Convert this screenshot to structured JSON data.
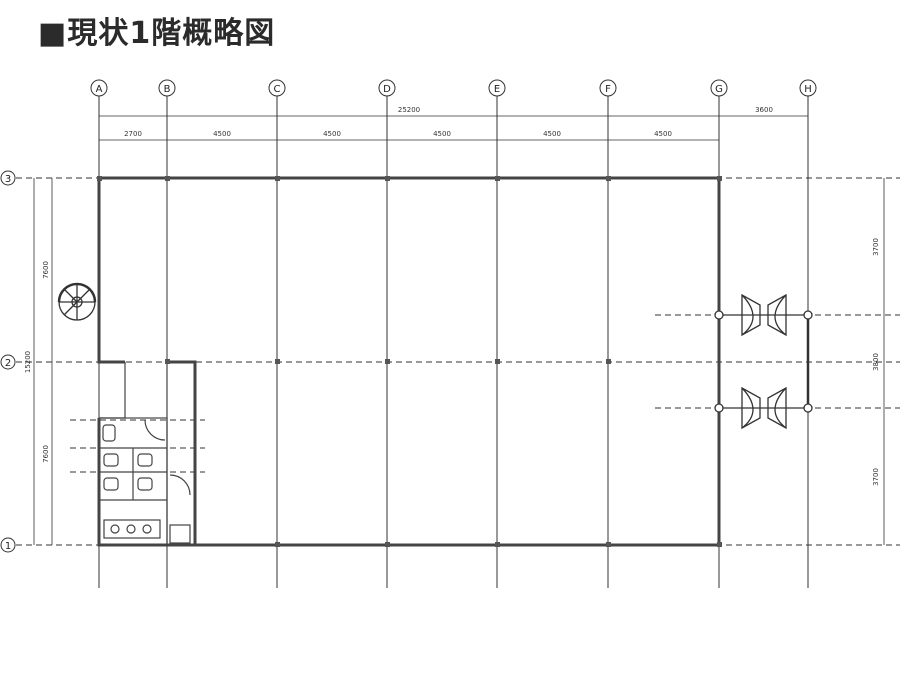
{
  "title": "■現状1階概略図",
  "col_axes": [
    "A",
    "B",
    "C",
    "D",
    "E",
    "F",
    "G",
    "H"
  ],
  "row_axes": [
    "3",
    "2",
    "1"
  ],
  "dims_top_total": "25200",
  "dims_top_extra": "3600",
  "dims_top": [
    "2700",
    "4500",
    "4500",
    "4500",
    "4500",
    "4500"
  ],
  "dims_left_total": "15200",
  "dims_left": [
    "7600",
    "7600"
  ],
  "dims_right": [
    "3700",
    "3800",
    "3700"
  ],
  "colors": {
    "line": "#333333",
    "wall": "#444444"
  }
}
